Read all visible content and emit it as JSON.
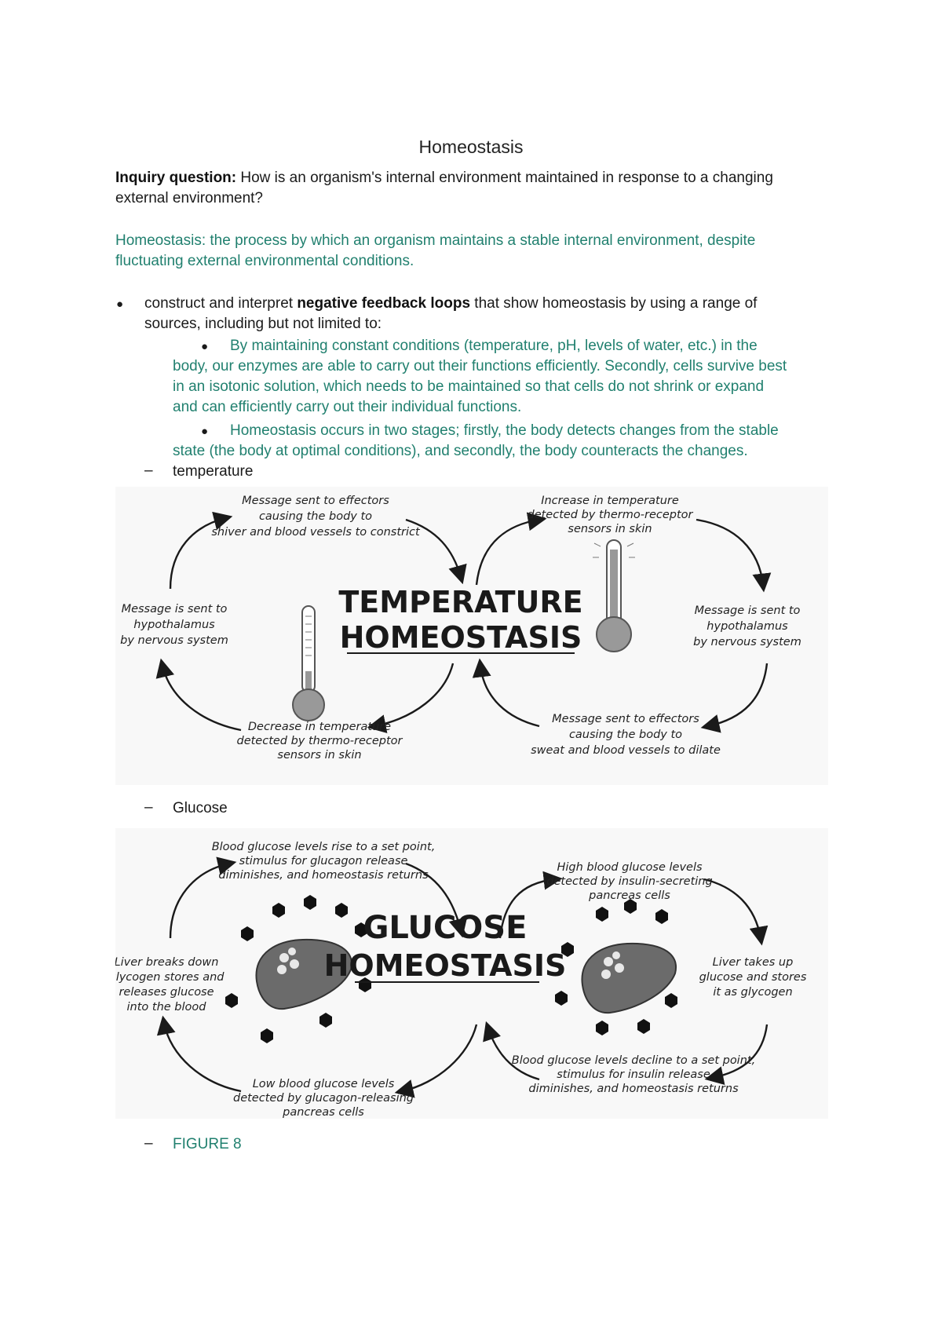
{
  "title": "Homeostasis",
  "inquiry": {
    "label": "Inquiry question:",
    "text_line1": " How is an organism's internal environment maintained in response to a changing",
    "text_line2": "external environment?"
  },
  "definition": {
    "line1": "Homeostasis: the process by which an organism maintains a stable internal environment, despite",
    "line2": "fluctuating external environmental conditions."
  },
  "bullet_main": {
    "pre": "construct and interpret ",
    "bold": "negative feedback loops",
    "post": " that show homeostasis by using a range of",
    "line2": "sources, including but not limited to:"
  },
  "sub_bullets": [
    {
      "lines": [
        "By maintaining constant conditions (temperature, pH, levels of water, etc.) in the",
        "body, our enzymes are able to carry out their functions efficiently. Secondly, cells survive best",
        "in an isotonic solution, which needs to be maintained so that cells do not shrink or expand",
        "and can efficiently carry out their individual functions."
      ]
    },
    {
      "lines": [
        "Homeostasis occurs in two stages; firstly, the body detects changes from the stable",
        "state (the body at optimal conditions), and secondly, the body counteracts the changes."
      ]
    }
  ],
  "dash_items": [
    "temperature",
    "Glucose",
    "FIGURE 8"
  ],
  "temperature_diagram": {
    "title_line1": "TEMPERATURE",
    "title_line2": "HOMEOSTASIS",
    "top_left": [
      "Message sent to effectors",
      "causing the body to",
      "shiver and blood vessels to constrict"
    ],
    "left": [
      "Message is sent to",
      "hypothalamus",
      "by nervous system"
    ],
    "bottom_left": [
      "Decrease in temperature",
      "detected by thermo-receptor",
      "sensors in skin"
    ],
    "top_right": [
      "Increase in temperature",
      "detected by thermo-receptor",
      "sensors in skin"
    ],
    "right": [
      "Message is sent to",
      "hypothalamus",
      "by nervous system"
    ],
    "bottom_right": [
      "Message sent to effectors",
      "causing the body to",
      "sweat and blood vessels to dilate"
    ]
  },
  "glucose_diagram": {
    "title_line1": "GLUCOSE",
    "title_line2": "HOMEOSTASIS",
    "top_left": [
      "Blood glucose levels rise to a set point,",
      "stimulus for glucagon release",
      "diminishes, and homeostasis returns"
    ],
    "left": [
      "Liver breaks down",
      "glycogen stores and",
      "releases glucose",
      "into the blood"
    ],
    "bottom_left": [
      "Low blood glucose levels",
      "detected by glucagon-releasing",
      "pancreas cells"
    ],
    "top_right": [
      "High blood glucose levels",
      "detected by insulin-secreting",
      "pancreas cells"
    ],
    "right": [
      "Liver takes up",
      "glucose and stores",
      "it as glycogen"
    ],
    "bottom_right": [
      "Blood glucose levels decline to a set point,",
      "stimulus for insulin release",
      "diminishes, and homeostasis returns"
    ]
  }
}
